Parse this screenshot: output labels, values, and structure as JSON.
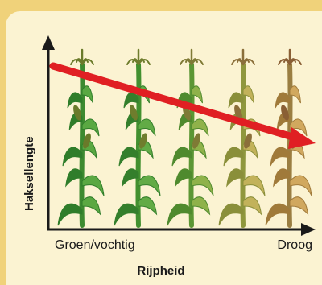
{
  "diagram": {
    "y_axis_label": "Haksellengte",
    "x_axis_label": "Rijpheid",
    "x_start_label": "Groen/vochtig",
    "x_end_label": "Droog"
  },
  "plants": [
    {
      "stage": 1,
      "name": "plant-green-1",
      "colors": {
        "leaf": "#2f7d2a",
        "leaf_light": "#5aa842",
        "stem": "#3d8a30",
        "tassel": "#6a7a2a"
      }
    },
    {
      "stage": 2,
      "name": "plant-green-2",
      "colors": {
        "leaf": "#347f2c",
        "leaf_light": "#62ab46",
        "stem": "#42902f",
        "tassel": "#6f7d2d"
      }
    },
    {
      "stage": 3,
      "name": "plant-yellowing-3",
      "colors": {
        "leaf": "#4f8a2e",
        "leaf_light": "#8fb24a",
        "stem": "#5b9634",
        "tassel": "#7f7a35"
      }
    },
    {
      "stage": 4,
      "name": "plant-yellowing-4",
      "colors": {
        "leaf": "#8a8f3a",
        "leaf_light": "#c2b25a",
        "stem": "#8f973d",
        "tassel": "#8b6f3a"
      }
    },
    {
      "stage": 5,
      "name": "plant-dry-5",
      "colors": {
        "leaf": "#a07a3a",
        "leaf_light": "#d1a85e",
        "stem": "#9a7e42",
        "tassel": "#8a5f35"
      }
    }
  ],
  "colors": {
    "arrow": "#e01f23",
    "axis": "#1a1a1a",
    "background": "#fbf3d2",
    "frame": "#f0d27a"
  }
}
